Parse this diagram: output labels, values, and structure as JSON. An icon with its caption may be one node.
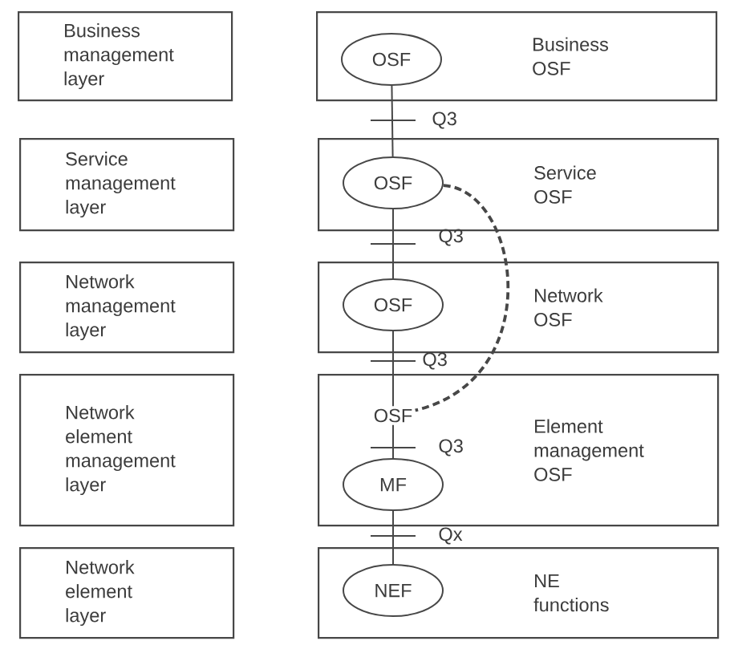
{
  "diagram": {
    "nodes": [
      {
        "text": [
          "Business management layer"
        ]
      },
      {
        "text": [
          "Business OSF"
        ]
      },
      {
        "text": [
          "OSF"
        ],
        "in": 1
      },
      {
        "text": [
          "Service management layer"
        ]
      },
      {
        "text": [
          "Service OSF"
        ]
      },
      {
        "text": [
          "OSF"
        ],
        "in": 4
      },
      {
        "text": [
          "Network management layer"
        ]
      },
      {
        "text": [
          "Network OSF"
        ]
      },
      {
        "text": [
          "OSF"
        ],
        "in": 7
      },
      {
        "text": [
          "Network element management layer"
        ]
      },
      {
        "text": [
          "Element management OSF"
        ]
      },
      {
        "text": [
          "OSF"
        ],
        "in": 10
      },
      {
        "text": [
          "MF"
        ],
        "in": 10
      },
      {
        "text": [
          "Network element layer"
        ]
      },
      {
        "text": [
          "NE functions"
        ]
      },
      {
        "text": [
          "NEF"
        ],
        "in": 14
      }
    ],
    "edges": [
      {
        "from": 2,
        "to": 5,
        "arrow": "none",
        "label": "Q3"
      },
      {
        "from": 5,
        "to": 8,
        "arrow": "none",
        "label": "Q3"
      },
      {
        "from": 8,
        "to": 11,
        "arrow": "none",
        "label": "Q3"
      },
      {
        "from": 11,
        "to": 12,
        "arrow": "none",
        "label": "Q3"
      },
      {
        "from": 12,
        "to": 15,
        "arrow": "none",
        "label": "Qx"
      },
      {
        "from": 5,
        "to": 11,
        "arrow": "none",
        "style": "dashed"
      }
    ]
  }
}
